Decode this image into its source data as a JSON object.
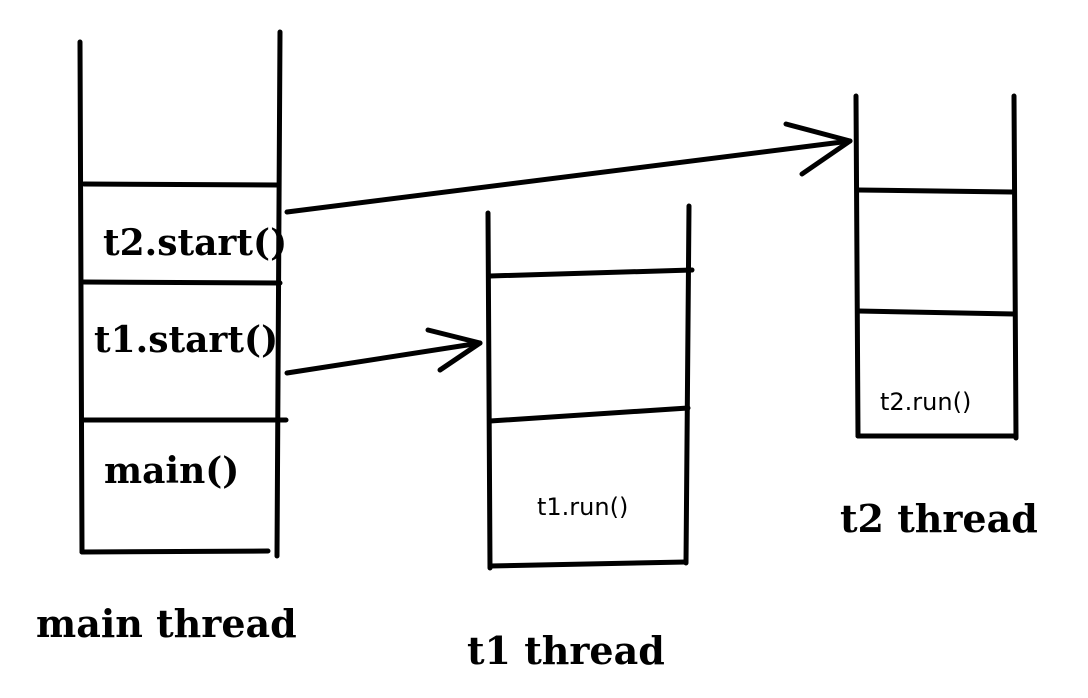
{
  "stacks": {
    "main": {
      "label": "main thread",
      "frames": [
        "t2.start()",
        "t1.start()",
        "main()"
      ]
    },
    "t1": {
      "label": "t1 thread",
      "frame": "t1.run()"
    },
    "t2": {
      "label": "t2 thread",
      "frame": "t2.run()"
    }
  }
}
